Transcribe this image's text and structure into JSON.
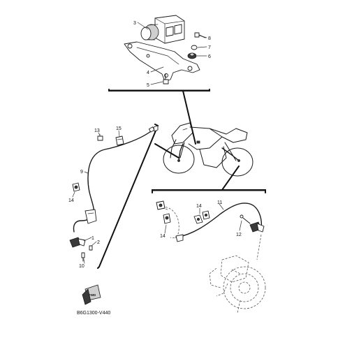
{
  "diagram": {
    "drawing_code": "B6G1300-V440",
    "badge_text": "FWD",
    "callouts": [
      {
        "id": "c1",
        "text": "1"
      },
      {
        "id": "c2",
        "text": "2"
      },
      {
        "id": "c3",
        "text": "3"
      },
      {
        "id": "c4",
        "text": "4"
      },
      {
        "id": "c5",
        "text": "5"
      },
      {
        "id": "c6",
        "text": "6"
      },
      {
        "id": "c7",
        "text": "7"
      },
      {
        "id": "c8",
        "text": "8"
      },
      {
        "id": "c9",
        "text": "9"
      },
      {
        "id": "c10",
        "text": "10"
      },
      {
        "id": "c11",
        "text": "11"
      },
      {
        "id": "c12",
        "text": "12"
      },
      {
        "id": "c13",
        "text": "13"
      },
      {
        "id": "c14a",
        "text": "14"
      },
      {
        "id": "c14b",
        "text": "14"
      },
      {
        "id": "c14c",
        "text": "14"
      },
      {
        "id": "c15",
        "text": "15"
      }
    ]
  }
}
